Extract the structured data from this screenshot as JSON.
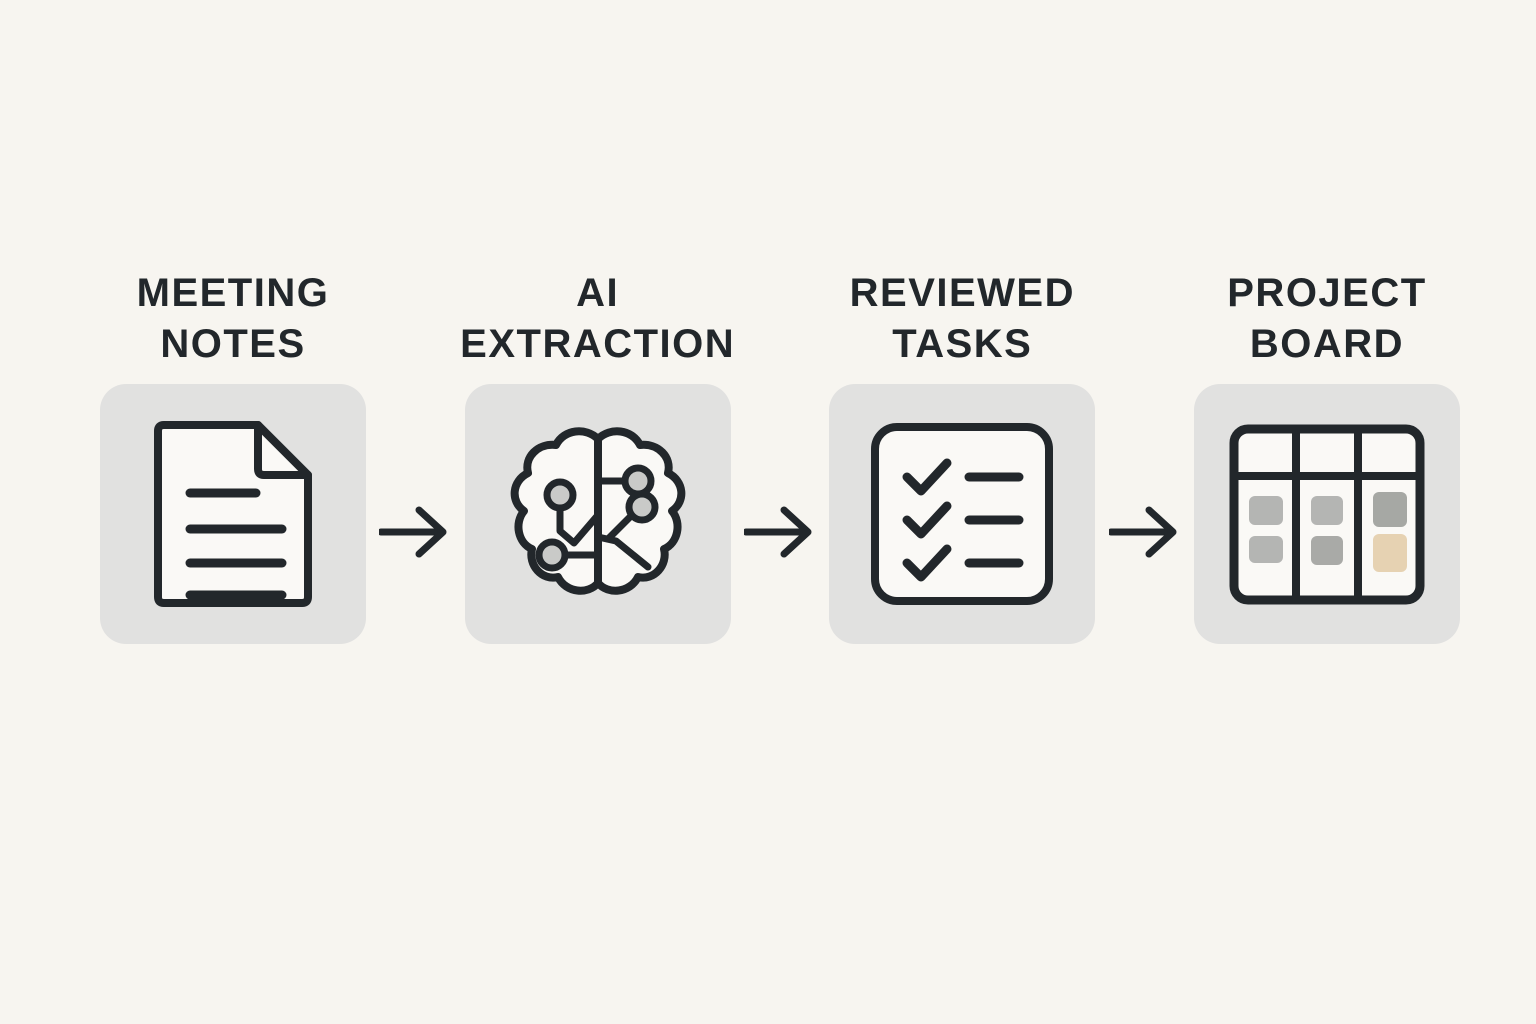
{
  "page": {
    "title": "Meeting Notes to Project Board Workflow",
    "background_color": "#f7f5f0",
    "ink_color": "#22272b",
    "tile_color": "#e1e1e0",
    "paper_color": "#faf9f6"
  },
  "flow": {
    "steps": [
      {
        "id": "meeting-notes",
        "label": "MEETING\nNOTES",
        "label_line_1": "MEETING",
        "label_line_2": "NOTES",
        "icon": "document-lines-icon",
        "icon_description": "Sheet of paper with folded top-right corner and four text lines"
      },
      {
        "id": "ai-extraction",
        "label": "AI\nEXTRACTION",
        "label_line_1": "AI",
        "label_line_2": "EXTRACTION",
        "icon": "brain-circuit-icon",
        "icon_description": "Lobed brain outline split down the middle with circuit traces and four round nodes"
      },
      {
        "id": "reviewed-tasks",
        "label": "REVIEWED\nTASKS",
        "label_line_1": "REVIEWED",
        "label_line_2": "TASKS",
        "icon": "checklist-icon",
        "icon_description": "Rounded square card with three checkmarks each beside a horizontal line"
      },
      {
        "id": "project-board",
        "label": "PROJECT\nBOARD",
        "label_line_1": "PROJECT",
        "label_line_2": "BOARD",
        "icon": "kanban-board-icon",
        "icon_description": "Three column board with header row and six cards, one card highlighted tan"
      }
    ],
    "connectors": [
      {
        "id": "connector-1",
        "icon": "arrow-right-icon",
        "from": "meeting-notes",
        "to": "ai-extraction"
      },
      {
        "id": "connector-2",
        "icon": "arrow-right-icon",
        "from": "ai-extraction",
        "to": "reviewed-tasks"
      },
      {
        "id": "connector-3",
        "icon": "arrow-right-icon",
        "from": "reviewed-tasks",
        "to": "project-board"
      }
    ]
  },
  "board_icon": {
    "columns": 3,
    "cards": [
      {
        "column": 1,
        "slot": 1,
        "color": "#b4b5b3"
      },
      {
        "column": 1,
        "slot": 2,
        "color": "#b4b5b3"
      },
      {
        "column": 2,
        "slot": 1,
        "color": "#b4b5b3"
      },
      {
        "column": 2,
        "slot": 2,
        "color": "#a9aaa7"
      },
      {
        "column": 3,
        "slot": 1,
        "color": "#a6a8a4"
      },
      {
        "column": 3,
        "slot": 2,
        "color": "#e6d2b2"
      }
    ]
  }
}
